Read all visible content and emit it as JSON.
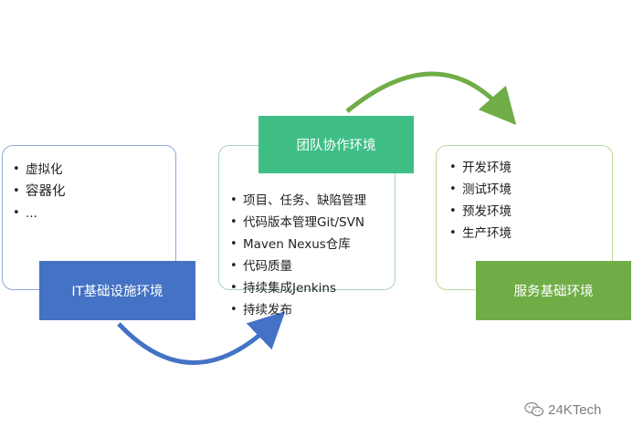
{
  "left": {
    "title": "IT基础设施环境",
    "items": [
      "虚拟化",
      "容器化",
      "..."
    ]
  },
  "middle": {
    "title": "团队协作环境",
    "items": [
      "项目、任务、缺陷管理",
      "代码版本管理Git/SVN",
      "Maven Nexus仓库",
      "代码质量",
      "持续集成Jenkins",
      "持续发布"
    ]
  },
  "right": {
    "title": "服务基础环境",
    "items": [
      "开发环境",
      "测试环境",
      "预发环境",
      "生产环境"
    ]
  },
  "watermark": {
    "text": "24KTech",
    "icon": "wechat-icon"
  },
  "colors": {
    "blue": "#4472c4",
    "teal": "#3fbf86",
    "green": "#70ad47",
    "left_border": "#8ea7d6",
    "middle_border": "#a8d5b5",
    "right_border": "#b9d79a"
  }
}
